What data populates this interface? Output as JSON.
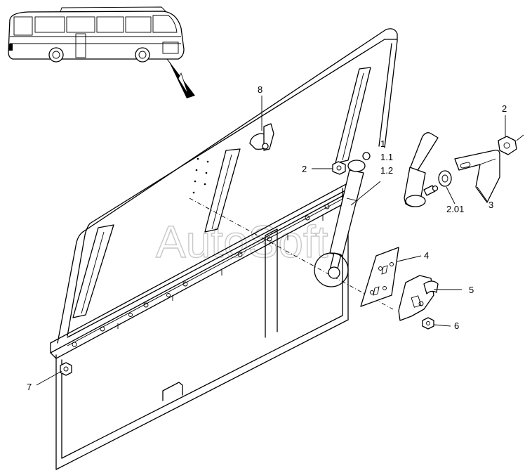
{
  "watermark": "AutoSoft",
  "callouts": {
    "part_1": "1",
    "part_1_1": "1.1",
    "part_1_2": "1.2",
    "part_2_left": "2",
    "part_2_right": "2",
    "part_2_01": "2.01",
    "part_3": "3",
    "part_4": "4",
    "part_5": "5",
    "part_6": "6",
    "part_7": "7",
    "part_8": "8"
  }
}
